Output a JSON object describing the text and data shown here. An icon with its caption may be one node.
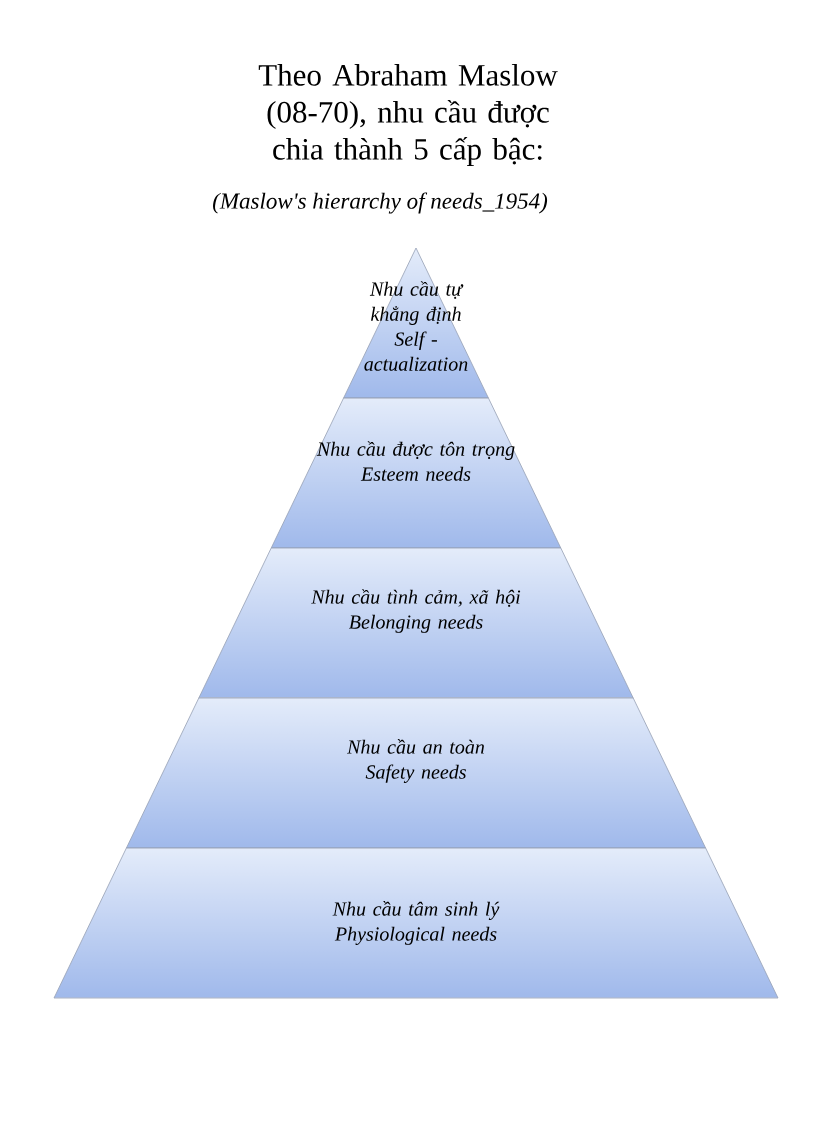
{
  "diagram": {
    "title": "Theo Abraham Maslow (08-70), nhu cầu được chia thành 5 cấp bậc:",
    "nodes": [
      {
        "text": [
          "Nhu cầu tự khẳng định",
          "Self - actualization"
        ]
      },
      {
        "text": [
          "Nhu cầu được tôn trọng",
          "Esteem needs"
        ]
      },
      {
        "text": [
          "Nhu cầu tình cảm, xã hội",
          "Belonging needs"
        ]
      },
      {
        "text": [
          "Nhu cầu an toàn",
          "Safety needs"
        ]
      },
      {
        "text": [
          "Nhu cầu tâm sinh lý",
          "Physiological needs"
        ]
      }
    ],
    "labels": [
      "(Maslow's hierarchy of needs_1954)"
    ]
  }
}
